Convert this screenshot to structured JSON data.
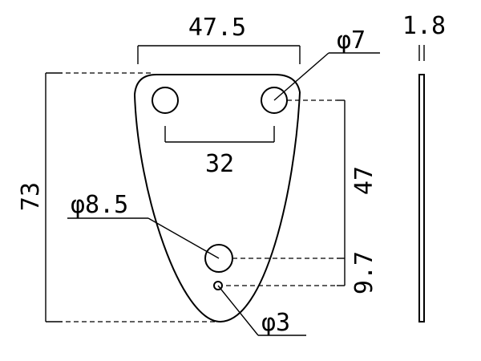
{
  "dimensions": {
    "top_width": "47.5",
    "hole_spacing": "32",
    "total_height": "73",
    "vertical_spacing": "47",
    "small_offset": "9.7",
    "thickness": "1.8"
  },
  "callouts": {
    "large_hole_top": "φ7",
    "bottom_hole": "φ8.5",
    "small_hole": "φ3"
  }
}
